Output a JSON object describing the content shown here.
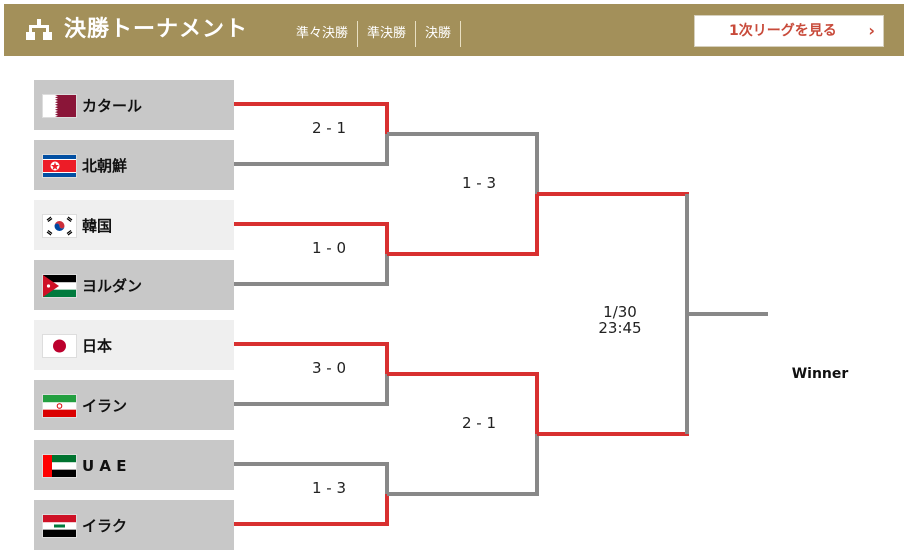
{
  "header": {
    "title": "決勝トーナメント",
    "rounds": [
      "準々決勝",
      "準決勝",
      "決勝"
    ],
    "league_button_label": "1次リーグを見る",
    "chevron": "›"
  },
  "colors": {
    "header_bg": "#a3905a",
    "winner_line": "#d83030",
    "loser_line": "#888888",
    "team_box": "#c8c8c8",
    "team_box_light": "#efefef",
    "button_text": "#c84a3a"
  },
  "teams": [
    {
      "name": "カタール",
      "flag": "qatar-flag-icon"
    },
    {
      "name": "北朝鮮",
      "flag": "north-korea-flag-icon"
    },
    {
      "name": "韓国",
      "flag": "south-korea-flag-icon"
    },
    {
      "name": "ヨルダン",
      "flag": "jordan-flag-icon"
    },
    {
      "name": "日本",
      "flag": "japan-flag-icon"
    },
    {
      "name": "イラン",
      "flag": "iran-flag-icon"
    },
    {
      "name": "U A E",
      "flag": "uae-flag-icon"
    },
    {
      "name": "イラク",
      "flag": "iraq-flag-icon"
    }
  ],
  "quarterfinals": [
    {
      "score": "2 - 1"
    },
    {
      "score": "1 - 0"
    },
    {
      "score": "3 - 0"
    },
    {
      "score": "1 - 3"
    }
  ],
  "semifinals": [
    {
      "score": "1 - 3"
    },
    {
      "score": "2 - 1"
    }
  ],
  "final": {
    "date": "1/30",
    "time": "23:45"
  },
  "winner_label": "Winner"
}
